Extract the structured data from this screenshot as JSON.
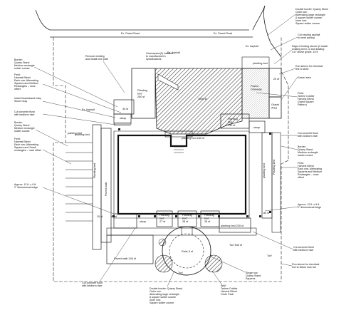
{
  "streets": {
    "street_1": "Ex. Paved Road",
    "street_2": "Ex. Paved Road",
    "asphalt_1": "Ex. Asphalt",
    "asphalt_2": "Ex. Asphalt",
    "asphalt_3": "Ex. Asphalt"
  },
  "areas": {
    "planting_bed_top": [
      "Planting",
      "bed",
      "260 sf"
    ],
    "hatched_lawn": "1000 sf",
    "planting_bed_mid": "planting bed 230 sf",
    "planting_bed_right": [
      "Planting",
      "bed",
      "130 sf"
    ],
    "paved_driveway": [
      "Paved",
      "Driveway"
    ],
    "planting_bed_nw": "40 sf",
    "planting_bed_left": "planting bed",
    "planting_bed_west_strip": "Planting bed",
    "paved_walk_left": "Paved walk",
    "area_48": "48 sf",
    "area_80": "80 sf",
    "planting_bed_south_1": [
      "Planting",
      "bed",
      "27 sf"
    ],
    "planting_bed_south_2": [
      "Planting",
      "bed",
      "28 sf"
    ],
    "planting_bed_south_3": [
      "Planting",
      "bed",
      "28 sf"
    ],
    "planting_bed_south_4": "planting bed 230 sf",
    "paved_walk_sw": "Paved walk 240 sf",
    "patio": "Patio  5 sf",
    "turf_se": "Turf  540 sf",
    "turf_right": "Turf",
    "planting_bed_east": "planting bed",
    "planting_bed_east_2": "Planting bed",
    "gravel_area": [
      "Gravel",
      "Area"
    ],
    "planting_bed_ne": "planting bed",
    "ne_sf": "20 sf",
    "west_strip_sf": "20 sf",
    "stoop_1": "stoop",
    "stoop_2": "stoop",
    "stoop_3": "stoop",
    "parking_label": "parking bed",
    "turf_s": "Turf"
  },
  "callouts": {
    "top_right": [
      "Double border: Quarry Stone",
      "Outer row:",
      "Alternating large rectangle",
      "& square solder course",
      "Inner row:",
      "Square solder course"
    ],
    "cut_asphalt": [
      "Cut existing asphalt",
      "to meet paving"
    ],
    "edge_footing": [
      "Edge of footing stones (if match",
      "existing level, or and leading",
      "4-6\" above grade, 15 ft"
    ],
    "run_sleeve_top": [
      "Run sleeve for electrical",
      "line to shed"
    ],
    "gravel_area": "Gravel area",
    "sidewalk": [
      "Remove existing",
      "and install new path"
    ],
    "greenspace": [
      "Greenspace(3) installed",
      "to manufacturer's",
      "specifications"
    ],
    "border_tl": [
      "Border:",
      "Quarry Stand",
      "Medium rectangle",
      "solder course"
    ],
    "field_tl": [
      "Field:",
      "Harvest Blend",
      "Each row: Alternating",
      "Squares and Medium",
      "Rectangles – rows",
      "offset"
    ],
    "inlaid": [
      "Inlaid Chamakand Inlay",
      "Stone Gray"
    ],
    "cut_concrete_tl": [
      "Cut concrete flush",
      "with bedform riser"
    ],
    "border_ml": [
      "Border:",
      "Quarry Stand",
      "Medium rectangle",
      "solder course"
    ],
    "field_ml": [
      "Field:",
      "Harvest Blend",
      "Each row: Alternating",
      "Squares and Small",
      "rectangles – rows offset"
    ],
    "approx_left": [
      "Approx. 12 ft. x 9 ft.",
      "2\" dimensional ledge"
    ],
    "cut_concrete_bl": [
      "Cut concrete flush",
      "with bedform riser"
    ],
    "field_tr": [
      "Field:",
      "Tarhee Cobble",
      "Harvest Blend",
      "Grand Square",
      "Pattern)"
    ],
    "cut_concrete_r": [
      "Cut concrete flush",
      "with bedform riser"
    ],
    "border_r": [
      "Border:",
      "Quarry Stand",
      "Medium rectangle",
      "solder course"
    ],
    "field_r": [
      "Field:",
      "Harvest Blend",
      "Each row: Alternating",
      "Squares and Medium",
      "Rectangles – rows",
      "offset"
    ],
    "approx_right": [
      "Approx. 12 ft. x 9 ft.",
      "2\" dimensional ledge"
    ],
    "cut_concrete_br": [
      "Cut concrete flush",
      "with bedform riser"
    ],
    "run_sleeve_br": [
      "Run sleeve for electrical",
      "line to fixture lock tub"
    ],
    "double_border_bottom": [
      "Double border: Quarry Stand",
      "Outer row:",
      "Alternating large rectangle",
      "& square solder course",
      "Inner row:",
      "Square solder course"
    ],
    "wall": [
      "Wall:",
      "Tarhee Cobble",
      "Harvest Blend",
      "Circle Pack"
    ],
    "single_row": [
      "Single row",
      "Quarry Stand",
      "Squares"
    ]
  }
}
